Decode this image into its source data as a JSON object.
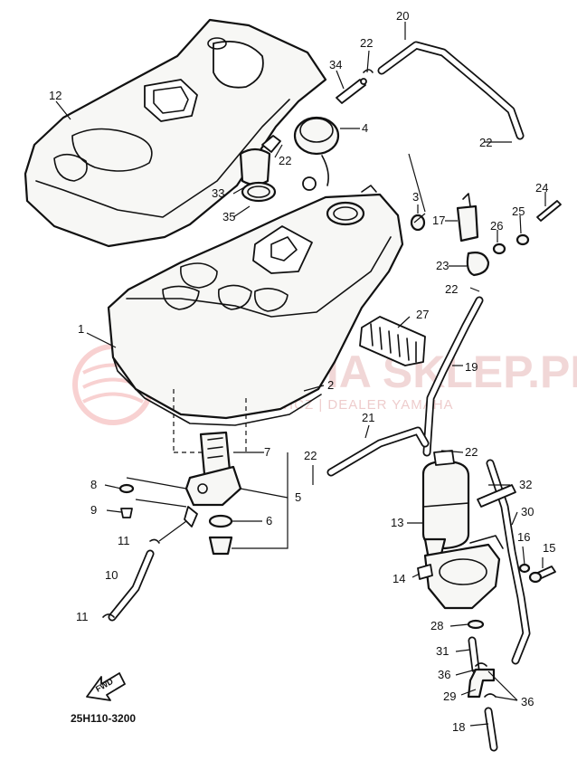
{
  "diagram": {
    "drawing_code": "25H110-3200",
    "direction_label": "FWD",
    "watermark": {
      "logo_text": "YAMAHA SKLEP.PL",
      "sub_text": "WOJTEK MOWICZ | DEALER YAMAHA"
    },
    "callouts": {
      "p1": "1",
      "p2": "2",
      "p3": "3",
      "p4": "4",
      "p5": "5",
      "p6": "6",
      "p7": "7",
      "p8": "8",
      "p9": "9",
      "p10": "10",
      "p11a": "11",
      "p11b": "11",
      "p12": "12",
      "p13": "13",
      "p14": "14",
      "p15": "15",
      "p16": "16",
      "p17": "17",
      "p18": "18",
      "p19": "19",
      "p20": "20",
      "p21": "21",
      "p22a": "22",
      "p22b": "22",
      "p22c": "22",
      "p22d": "22",
      "p22e": "22",
      "p22f": "22",
      "p23": "23",
      "p24": "24",
      "p25": "25",
      "p26": "26",
      "p27": "27",
      "p28": "28",
      "p29": "29",
      "p30": "30",
      "p31": "31",
      "p32": "32",
      "p33": "33",
      "p34": "34",
      "p35": "35",
      "p36a": "36",
      "p36b": "36"
    }
  }
}
